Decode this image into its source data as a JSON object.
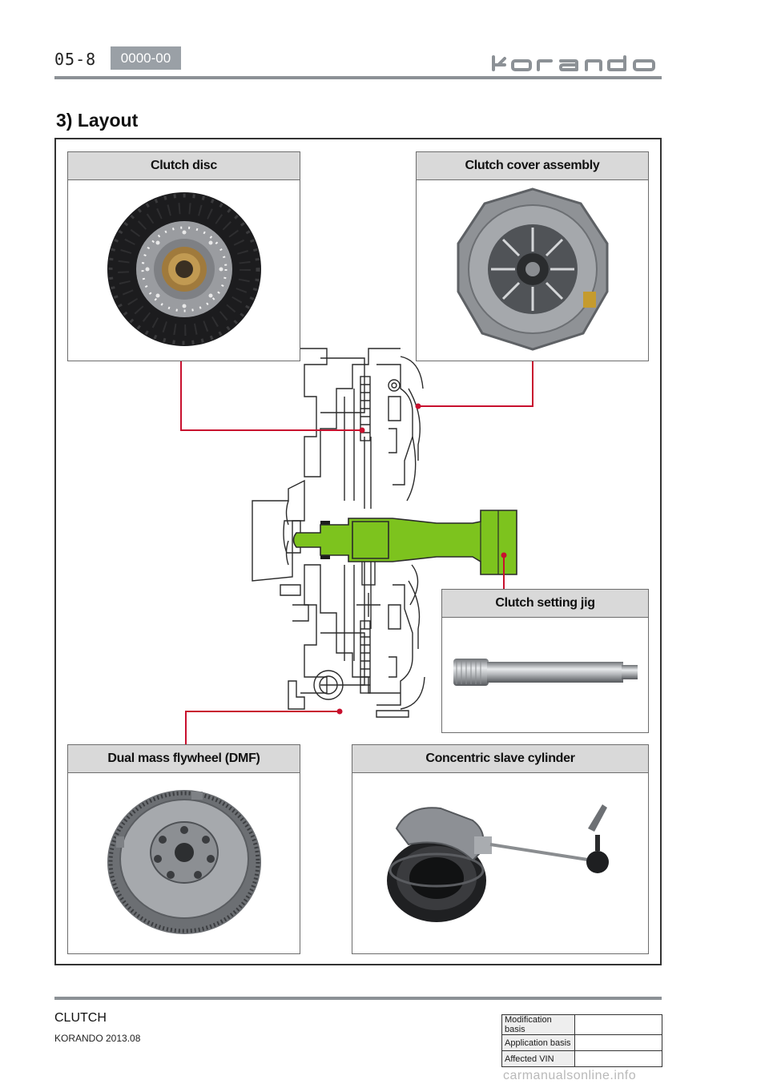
{
  "header": {
    "page_number": "05-8",
    "section_code": "0000-00",
    "brand_logo": "korando"
  },
  "section_title": "3) Layout",
  "panels": {
    "clutch_disc": "Clutch disc",
    "clutch_cover": "Clutch cover assembly",
    "setting_jig": "Clutch setting jig",
    "dmf": "Dual mass flywheel (DMF)",
    "slave_cylinder": "Concentric slave cylinder"
  },
  "colors": {
    "callout_line": "#c8102e",
    "jig_highlight": "#7dc31e",
    "header_rule": "#8c9196",
    "panel_header": "#d9d9d9"
  },
  "footer": {
    "chapter": "CLUTCH",
    "model": "KORANDO 2013.08",
    "table": [
      {
        "label": "Modification basis",
        "value": ""
      },
      {
        "label": "Application basis",
        "value": ""
      },
      {
        "label": "Affected VIN",
        "value": ""
      }
    ],
    "watermark": "carmanualsonline.info"
  }
}
